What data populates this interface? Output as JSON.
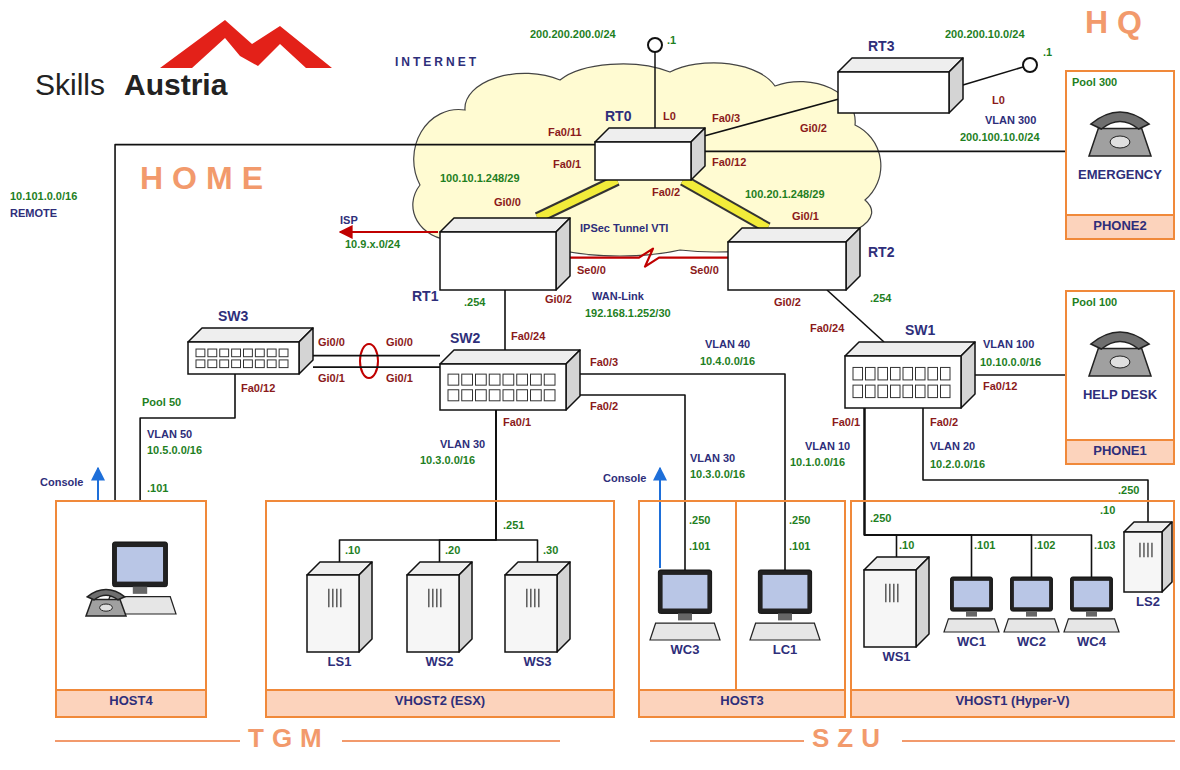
{
  "diagram": {
    "nodes": [
      {
        "text": [
          "RT0"
        ]
      },
      {
        "text": [
          "RT3"
        ]
      },
      {
        "text": [
          "Pool 300",
          "EMERGENCY",
          "PHONE2"
        ]
      },
      {
        "text": [
          "RT1"
        ]
      },
      {
        "text": [
          "RT2"
        ]
      },
      {
        "text": [
          "SW3"
        ]
      },
      {
        "text": [
          "SW2"
        ]
      },
      {
        "text": [
          "SW1"
        ]
      },
      {
        "text": [
          "Pool 100",
          "HELP DESK",
          "PHONE1"
        ]
      },
      {
        "text": [
          "HOST4"
        ]
      },
      {
        "text": [
          "VHOST2 (ESX)"
        ]
      },
      {
        "text": [
          "LS1"
        ],
        "in": 10
      },
      {
        "text": [
          "WS2"
        ],
        "in": 10
      },
      {
        "text": [
          "WS3"
        ],
        "in": 10
      },
      {
        "text": [
          "HOST3"
        ]
      },
      {
        "text": [
          "WC3"
        ],
        "in": 14
      },
      {
        "text": [
          "LC1"
        ],
        "in": 14
      },
      {
        "text": [
          "VHOST1 (Hyper-V)"
        ]
      },
      {
        "text": [
          "WS1"
        ],
        "in": 17
      },
      {
        "text": [
          "WC1"
        ],
        "in": 17
      },
      {
        "text": [
          "WC2"
        ],
        "in": 17
      },
      {
        "text": [
          "WC4"
        ],
        "in": 17
      },
      {
        "text": [
          "LS2"
        ],
        "in": 17
      }
    ],
    "edges": [
      {
        "from": 0,
        "to": 3,
        "arrow": "none"
      },
      {
        "from": 0,
        "to": 4,
        "arrow": "none"
      },
      {
        "from": 0,
        "to": 1,
        "arrow": "none"
      },
      {
        "from": 0,
        "to": 2,
        "arrow": "none"
      },
      {
        "from": 0,
        "to": 9,
        "arrow": "none"
      },
      {
        "from": 3,
        "to": 4,
        "arrow": "none"
      },
      {
        "from": 3,
        "to": 6,
        "arrow": "none"
      },
      {
        "from": 4,
        "to": 7,
        "arrow": "none"
      },
      {
        "from": 5,
        "to": 6,
        "arrow": "none"
      },
      {
        "from": 5,
        "to": 6,
        "arrow": "none"
      },
      {
        "from": 5,
        "to": 9,
        "arrow": "none"
      },
      {
        "from": 6,
        "to": 11,
        "arrow": "none"
      },
      {
        "from": 6,
        "to": 12,
        "arrow": "none"
      },
      {
        "from": 6,
        "to": 13,
        "arrow": "none"
      },
      {
        "from": 6,
        "to": 15,
        "arrow": "none"
      },
      {
        "from": 6,
        "to": 16,
        "arrow": "none"
      },
      {
        "from": 7,
        "to": 8,
        "arrow": "none"
      },
      {
        "from": 7,
        "to": 18,
        "arrow": "none"
      },
      {
        "from": 7,
        "to": 19,
        "arrow": "none"
      },
      {
        "from": 7,
        "to": 20,
        "arrow": "none"
      },
      {
        "from": 7,
        "to": 21,
        "arrow": "none"
      },
      {
        "from": 7,
        "to": 22,
        "arrow": "none"
      }
    ],
    "labels": [
      "Skills",
      "Austria",
      "INTERNET",
      "200.200.200.0/24",
      ".1",
      "L0",
      "200.200.10.0/24",
      ".1",
      "L0",
      "HQ",
      "HOME",
      "10.101.0.0/16",
      "REMOTE",
      "Fa0/11",
      "Fa0/1",
      "Fa0/3",
      "Fa0/12",
      "Fa0/2",
      "Gi0/2",
      "100.10.1.248/29",
      "Gi0/0",
      "100.20.1.248/29",
      "Gi0/1",
      "VLAN 300",
      "200.100.10.0/24",
      "IPSec Tunnel VTI",
      "ISP",
      "10.9.x.0/24",
      "Se0/0",
      "Se0/0",
      "WAN-Link",
      "192.168.1.252/30",
      ".254",
      "Gi0/2",
      "Gi0/2",
      ".254",
      "Fa0/24",
      "Fa0/24",
      "Gi0/0",
      "Gi0/1",
      "Gi0/0",
      "Gi0/1",
      "Fa0/3",
      "Fa0/2",
      "VLAN 40",
      "10.4.0.0/16",
      "Fa0/1",
      "VLAN 30",
      "10.3.0.0/16",
      "VLAN 30",
      "10.3.0.0/16",
      ".251",
      "Pool 50",
      "Fa0/12",
      "VLAN 50",
      "10.5.0.0/16",
      ".101",
      "Console",
      "Console",
      ".10",
      ".20",
      ".30",
      ".250",
      ".101",
      ".250",
      ".101",
      "VLAN 100",
      "10.10.0.0/16",
      "Fa0/12",
      "Fa0/1",
      "Fa0/2",
      "VLAN 10",
      "10.1.0.0/16",
      "VLAN 20",
      "10.2.0.0/16",
      ".250",
      ".10",
      ".101",
      ".102",
      ".103",
      ".250",
      ".10",
      "TGM",
      "SZU"
    ]
  }
}
